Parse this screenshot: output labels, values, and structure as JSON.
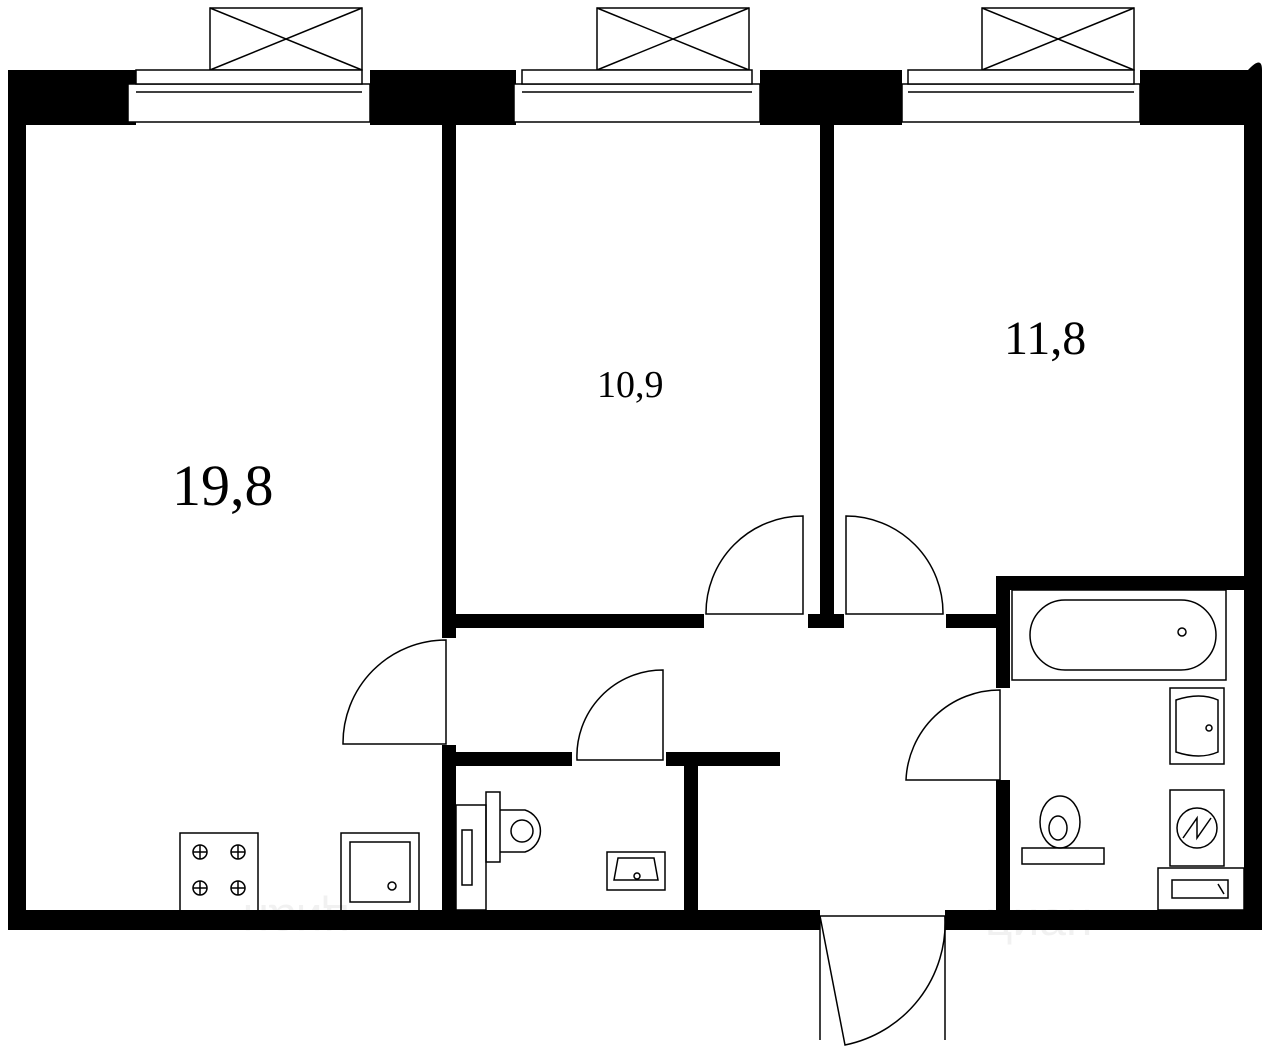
{
  "rooms": [
    {
      "id": "living-kitchen",
      "area": "19,8"
    },
    {
      "id": "bedroom-middle",
      "area": "10,9"
    },
    {
      "id": "bedroom-right",
      "area": "11,8"
    }
  ],
  "watermark": {
    "left": "циан",
    "right": "циан"
  }
}
